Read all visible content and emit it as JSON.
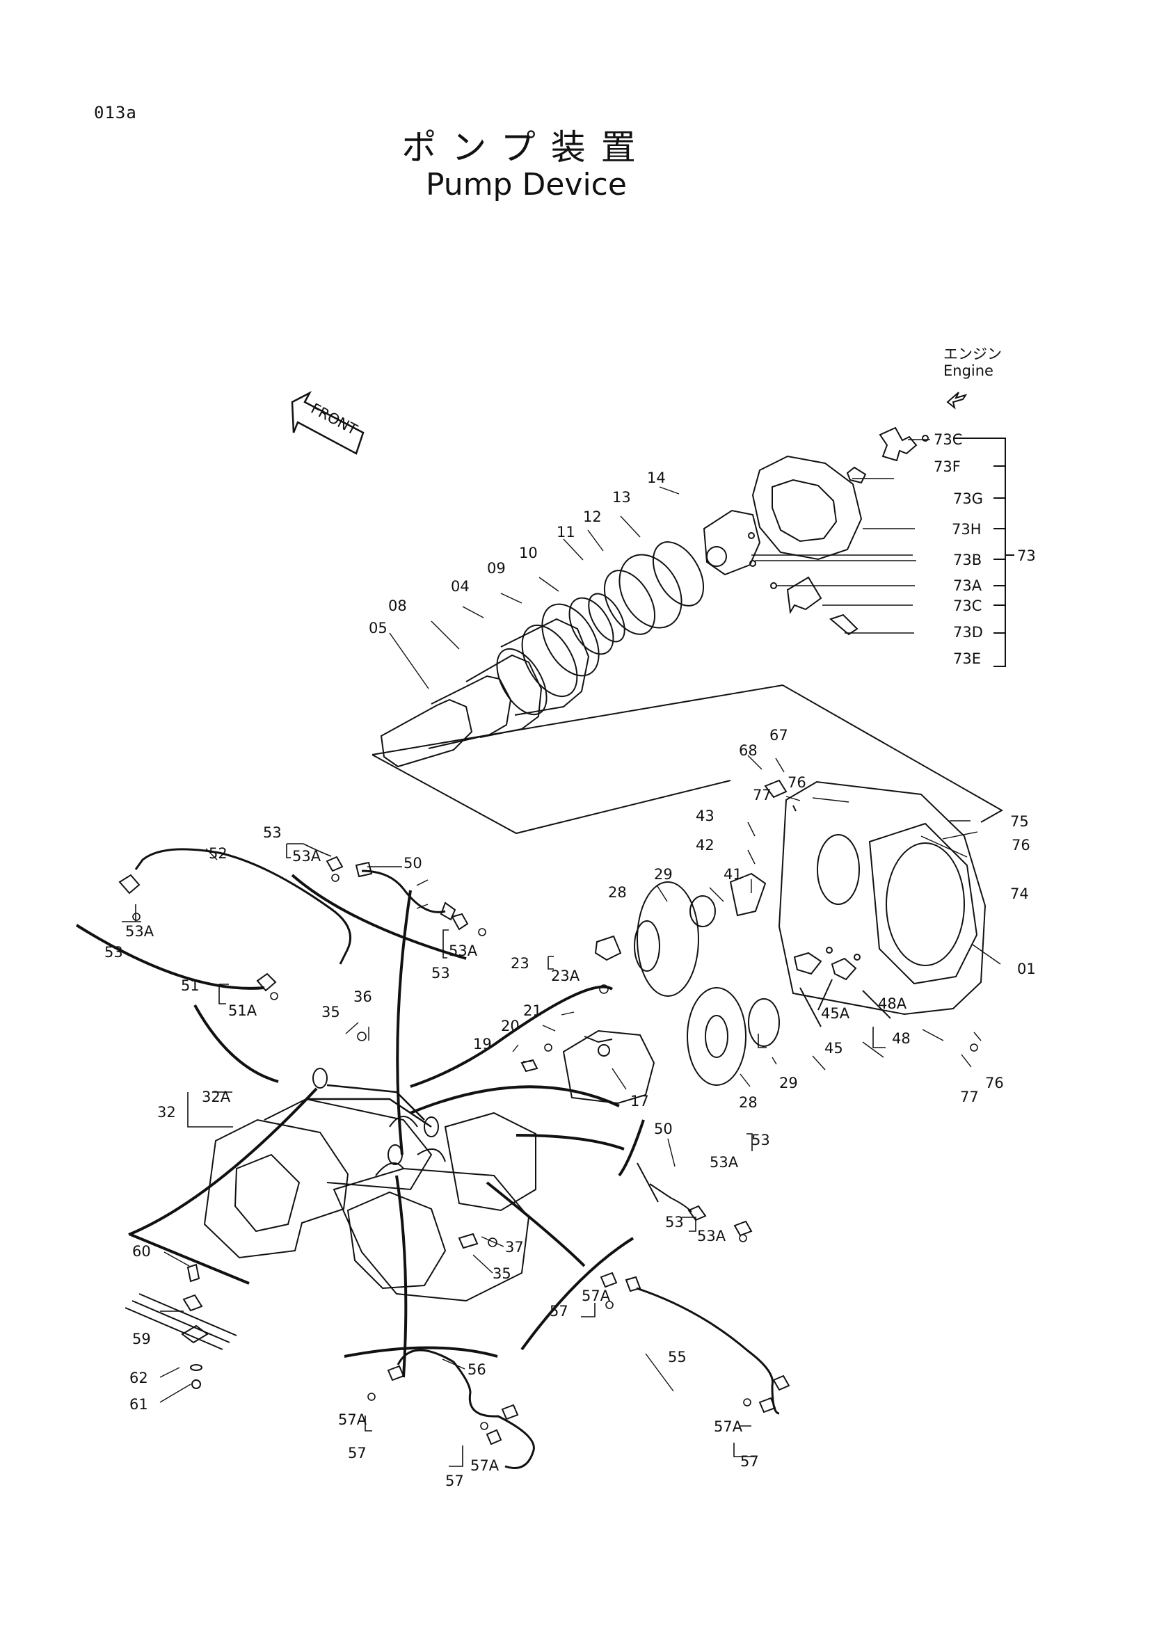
{
  "page_code": "013a",
  "title_jp": "ポンプ装置",
  "title_en": "Pump Device",
  "direction": {
    "engine_jp": "エンジン",
    "engine_en": "Engine",
    "front": "FRONT"
  },
  "labels": {
    "l73C1": "73C",
    "l73F": "73F",
    "l73G": "73G",
    "l73H": "73H",
    "l73B": "73B",
    "l73A": "73A",
    "l73C2": "73C",
    "l73D": "73D",
    "l73E": "73E",
    "l73": "73",
    "l14": "14",
    "l13": "13",
    "l12": "12",
    "l11": "11",
    "l10": "10",
    "l09": "09",
    "l04": "04",
    "l08": "08",
    "l05": "05",
    "l68": "68",
    "l67": "67",
    "l76a": "76",
    "l77a": "77",
    "l43": "43",
    "l42": "42",
    "l41": "41",
    "l29a": "29",
    "l28a": "28",
    "l75": "75",
    "l76b": "76",
    "l74": "74",
    "l01": "01",
    "l23": "23",
    "l23A": "23A",
    "l21": "21",
    "l20": "20",
    "l19": "19",
    "l17": "17",
    "l28b": "28",
    "l29b": "29",
    "l45A": "45A",
    "l45": "45",
    "l48A": "48A",
    "l48": "48",
    "l77b": "77",
    "l76c": "76",
    "l52": "52",
    "l53a": "53",
    "l53Aa": "53A",
    "l50a": "50",
    "l53Ab": "53A",
    "l53b": "53",
    "l53Ac": "53A",
    "l53c": "53",
    "l51": "51",
    "l51A": "51A",
    "l35a": "35",
    "l36": "36",
    "l32": "32",
    "l32A": "32A",
    "l50b": "50",
    "l53d": "53",
    "l53Ad": "53A",
    "l53e": "53",
    "l53Ae": "53A",
    "l37": "37",
    "l35b": "35",
    "l60": "60",
    "l59": "59",
    "l62": "62",
    "l61": "61",
    "l57a": "57",
    "l57Aa": "57A",
    "l55": "55",
    "l56": "56",
    "l57Ab": "57A",
    "l57b": "57",
    "l57c": "57",
    "l57Ac": "57A",
    "l57Ad": "57A",
    "l57d": "57"
  }
}
